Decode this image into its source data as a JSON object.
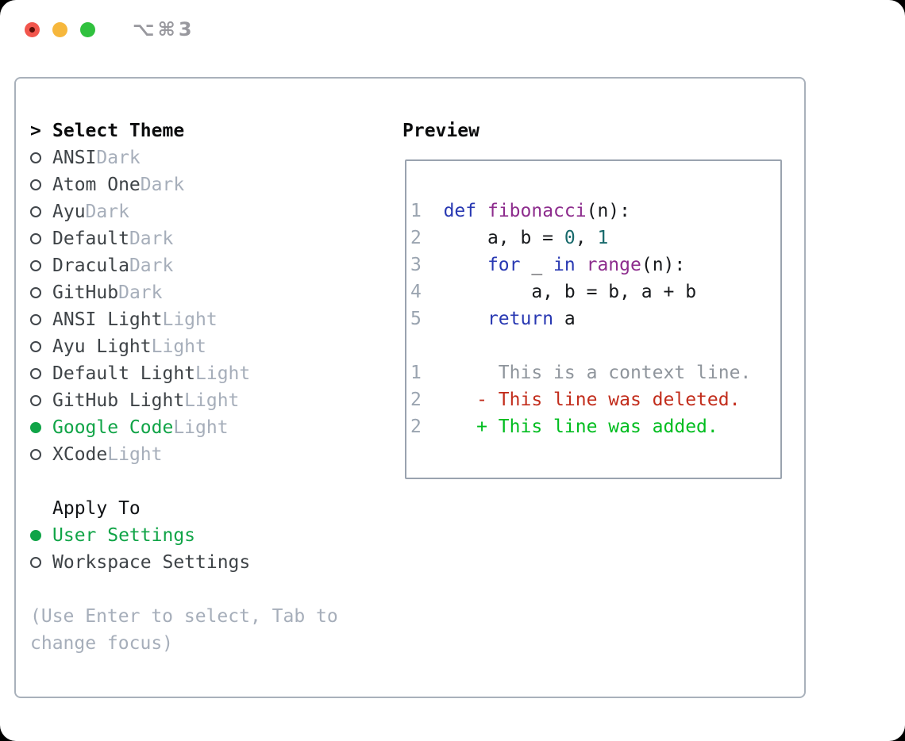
{
  "window": {
    "title": "⌥⌘3"
  },
  "titlebar": {
    "buttons": [
      {
        "name": "close"
      },
      {
        "name": "minimize"
      },
      {
        "name": "zoom"
      }
    ]
  },
  "theme_selector": {
    "cursor": ">",
    "header": "Select Theme",
    "items": [
      {
        "name": "ANSI",
        "variant": "Dark",
        "selected": false
      },
      {
        "name": "Atom One",
        "variant": "Dark",
        "selected": false
      },
      {
        "name": "Ayu",
        "variant": "Dark",
        "selected": false
      },
      {
        "name": "Default",
        "variant": "Dark",
        "selected": false
      },
      {
        "name": "Dracula",
        "variant": "Dark",
        "selected": false
      },
      {
        "name": "GitHub",
        "variant": "Dark",
        "selected": false
      },
      {
        "name": "ANSI Light",
        "variant": "Light",
        "selected": false
      },
      {
        "name": "Ayu Light",
        "variant": "Light",
        "selected": false
      },
      {
        "name": "Default Light",
        "variant": "Light",
        "selected": false
      },
      {
        "name": "GitHub Light",
        "variant": "Light",
        "selected": false
      },
      {
        "name": "Google Code",
        "variant": "Light",
        "selected": true
      },
      {
        "name": "XCode",
        "variant": "Light",
        "selected": false
      }
    ]
  },
  "apply_to": {
    "header": "Apply To",
    "options": [
      {
        "label": "User Settings",
        "selected": true
      },
      {
        "label": "Workspace Settings",
        "selected": false
      }
    ]
  },
  "help_text": {
    "line1": "(Use Enter to select, Tab to",
    "line2": "change focus)"
  },
  "preview": {
    "header": "Preview",
    "lines": [
      [
        {
          "t": "1",
          "s": "lineno"
        },
        {
          "t": "  ",
          "s": "plain"
        },
        {
          "t": "def",
          "s": "keyword"
        },
        {
          "t": " ",
          "s": "plain"
        },
        {
          "t": "fibonacci",
          "s": "function"
        },
        {
          "t": "(n):",
          "s": "plain"
        }
      ],
      [
        {
          "t": "2",
          "s": "lineno"
        },
        {
          "t": "      a, b = ",
          "s": "plain"
        },
        {
          "t": "0",
          "s": "literal"
        },
        {
          "t": ", ",
          "s": "plain"
        },
        {
          "t": "1",
          "s": "literal"
        }
      ],
      [
        {
          "t": "3",
          "s": "lineno"
        },
        {
          "t": "      ",
          "s": "plain"
        },
        {
          "t": "for",
          "s": "keyword"
        },
        {
          "t": " _ ",
          "s": "plain"
        },
        {
          "t": "in",
          "s": "keyword"
        },
        {
          "t": " ",
          "s": "plain"
        },
        {
          "t": "range",
          "s": "function"
        },
        {
          "t": "(n):",
          "s": "plain"
        }
      ],
      [
        {
          "t": "4",
          "s": "lineno"
        },
        {
          "t": "          a, b = b, a + b",
          "s": "plain"
        }
      ],
      [
        {
          "t": "5",
          "s": "lineno"
        },
        {
          "t": "      ",
          "s": "plain"
        },
        {
          "t": "return",
          "s": "keyword"
        },
        {
          "t": " a",
          "s": "plain"
        }
      ],
      [],
      [
        {
          "t": "1",
          "s": "lineno"
        },
        {
          "t": "       This is a context line.",
          "s": "context"
        }
      ],
      [
        {
          "t": "2",
          "s": "lineno"
        },
        {
          "t": "     ",
          "s": "plain"
        },
        {
          "t": "- This line was deleted.",
          "s": "deleted"
        }
      ],
      [
        {
          "t": "2",
          "s": "lineno"
        },
        {
          "t": "     ",
          "s": "plain"
        },
        {
          "t": "+ This line was added.",
          "s": "added"
        }
      ]
    ]
  },
  "colors": {
    "accent_green": "#10a447",
    "diff_added": "#00bd1f",
    "diff_deleted": "#c22d1c",
    "diff_context": "#8f959c",
    "syntax_keyword": "#2838b2",
    "syntax_function": "#8d2c8d",
    "syntax_literal": "#17696b",
    "line_number": "#9aa4b0",
    "muted_text": "#a6aeba",
    "panel_border": "#a9b1bb"
  }
}
